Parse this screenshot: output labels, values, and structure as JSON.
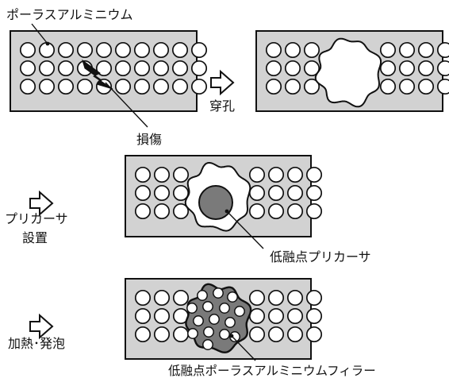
{
  "labels": {
    "porous_aluminum": "ポーラスアルミニウム",
    "damage": "損傷",
    "drilling": "穿孔",
    "precursor_placement_line1": "プリカーサ",
    "precursor_placement_line2": "設置",
    "low_melting_precursor": "低融点プリカーサ",
    "heating_foaming": "加熱･発泡",
    "low_melting_porous_filler": "低融点ポーラスアルミニウムフィラー"
  },
  "colors": {
    "panel_fill": "#d2d2d2",
    "outline": "#111111",
    "pore_fill": "#ffffff",
    "precursor_fill": "#7a7a7a",
    "filler_fill": "#7a7a7a",
    "damage_mark": "#111111"
  },
  "icons": {
    "process_arrow": "outlined-right-arrow-icon",
    "damage_mark": "crack-icon"
  }
}
